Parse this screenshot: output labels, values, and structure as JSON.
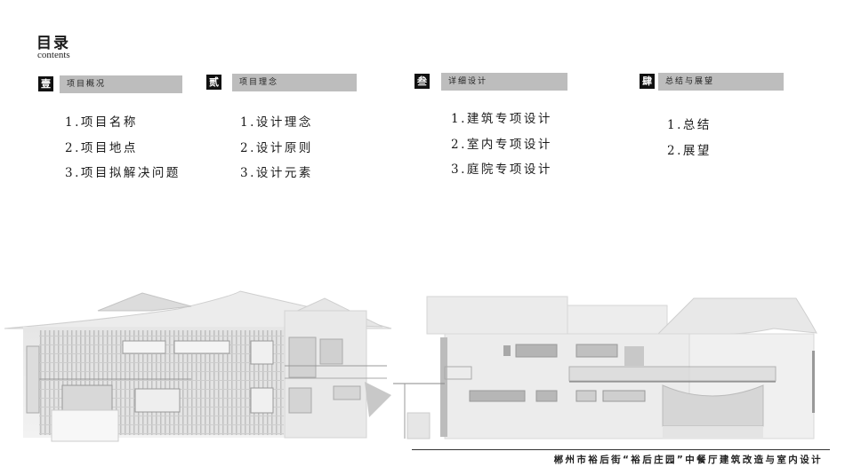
{
  "header": {
    "title": "目录",
    "subtitle": "contents"
  },
  "sections": [
    {
      "badge": "壹",
      "heading": "项目概况",
      "items": [
        "1.项目名称",
        "2.项目地点",
        "3.项目拟解决问题"
      ]
    },
    {
      "badge": "贰",
      "heading": "项目理念",
      "items": [
        "1.设计理念",
        "2.设计原则",
        "3.设计元素"
      ]
    },
    {
      "badge": "叁",
      "heading": "详细设计",
      "items": [
        "1.建筑专项设计",
        "2.室内专项设计",
        "3.庭院专项设计"
      ]
    },
    {
      "badge": "肆",
      "heading": "总结与展望",
      "items": [
        "1.总结",
        "2.展望"
      ]
    }
  ],
  "images": {
    "left_elevation": "building-elevation-front",
    "right_elevation": "building-elevation-side"
  },
  "footer": {
    "text": "郴州市裕后街“裕后庄园”中餐厅建筑改造与室内设计"
  }
}
